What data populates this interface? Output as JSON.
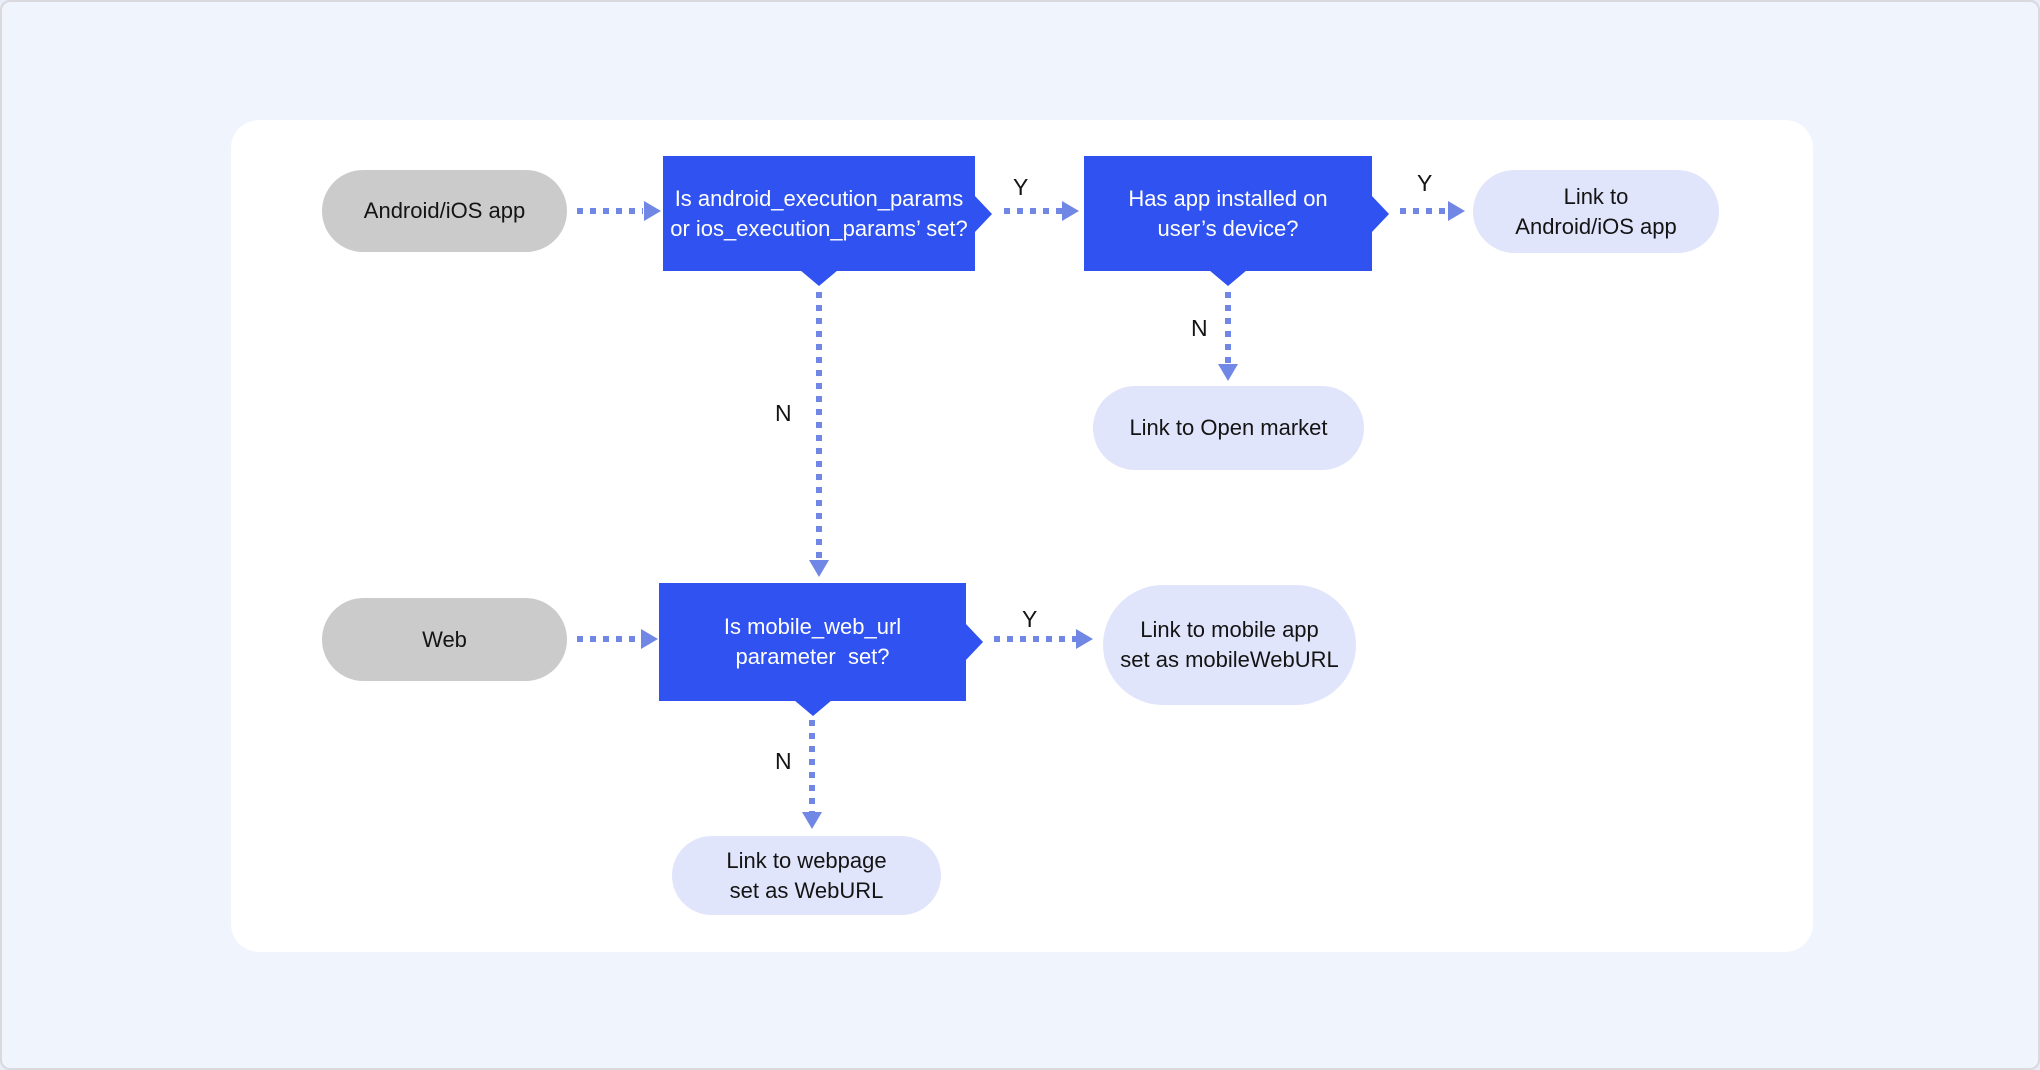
{
  "colors": {
    "background": "#f0f4fd",
    "card": "#ffffff",
    "decision_fill": "#2f52f0",
    "decision_text": "#ffffff",
    "terminal_fill": "#e1e5fb",
    "source_fill": "#cbcbcb",
    "arrow": "#7187e6",
    "label_text": "#141414"
  },
  "labels": {
    "yes": "Y",
    "no": "N"
  },
  "nodes": {
    "source_app": {
      "text": "Android/iOS app"
    },
    "source_web": {
      "text": "Web"
    },
    "decision_exec_params": {
      "line1": "Is android_execution_params",
      "line2": "or ios_execution_params’ set?"
    },
    "decision_app_installed": {
      "line1": "Has app installed on",
      "line2": "user’s device?"
    },
    "decision_mobile_web_url": {
      "line1": "Is mobile_web_url",
      "line2": "parameter  set?"
    },
    "result_app_link": {
      "line1": "Link to",
      "line2": "Android/iOS app"
    },
    "result_open_market": {
      "line1": "Link to Open market"
    },
    "result_mobile_web": {
      "line1": "Link to mobile app",
      "line2": "set as mobileWebURL"
    },
    "result_web": {
      "line1": "Link to webpage",
      "line2": "set as WebURL"
    }
  }
}
